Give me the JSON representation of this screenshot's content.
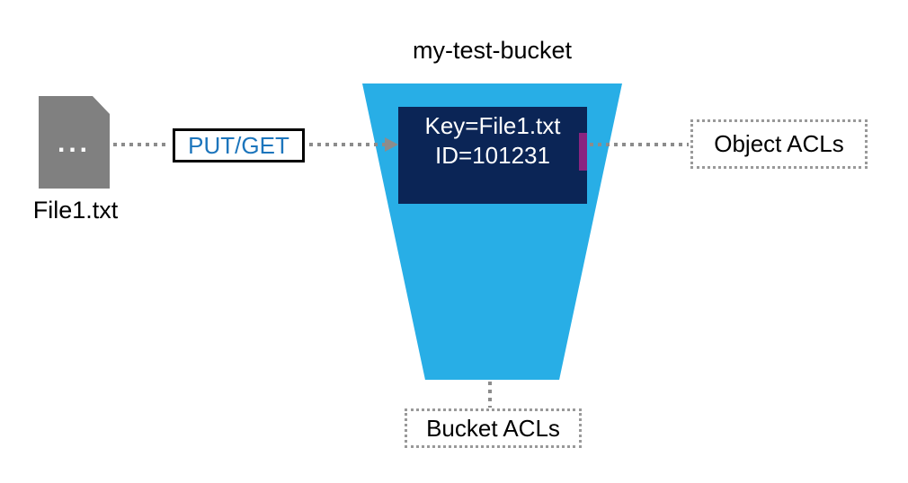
{
  "title": "my-test-bucket",
  "file": {
    "name": "File1.txt",
    "icon_dots": "..."
  },
  "operation": {
    "label": "PUT/GET"
  },
  "bucket_object": {
    "key": "Key=File1.txt",
    "id": "ID=101231"
  },
  "labels": {
    "object_acls": "Object ACLs",
    "bucket_acls": "Bucket ACLs"
  },
  "colors": {
    "bucket_fill": "#28AEE6",
    "object_fill": "#0B2556",
    "object_text": "#FFFFFF",
    "acl_marker": "#8A2480",
    "file_icon": "#808080",
    "connector": "#8C8C8C",
    "acl_box_border": "#999999",
    "operation_text": "#1C75BC",
    "operation_border": "#000000",
    "text": "#000000"
  }
}
